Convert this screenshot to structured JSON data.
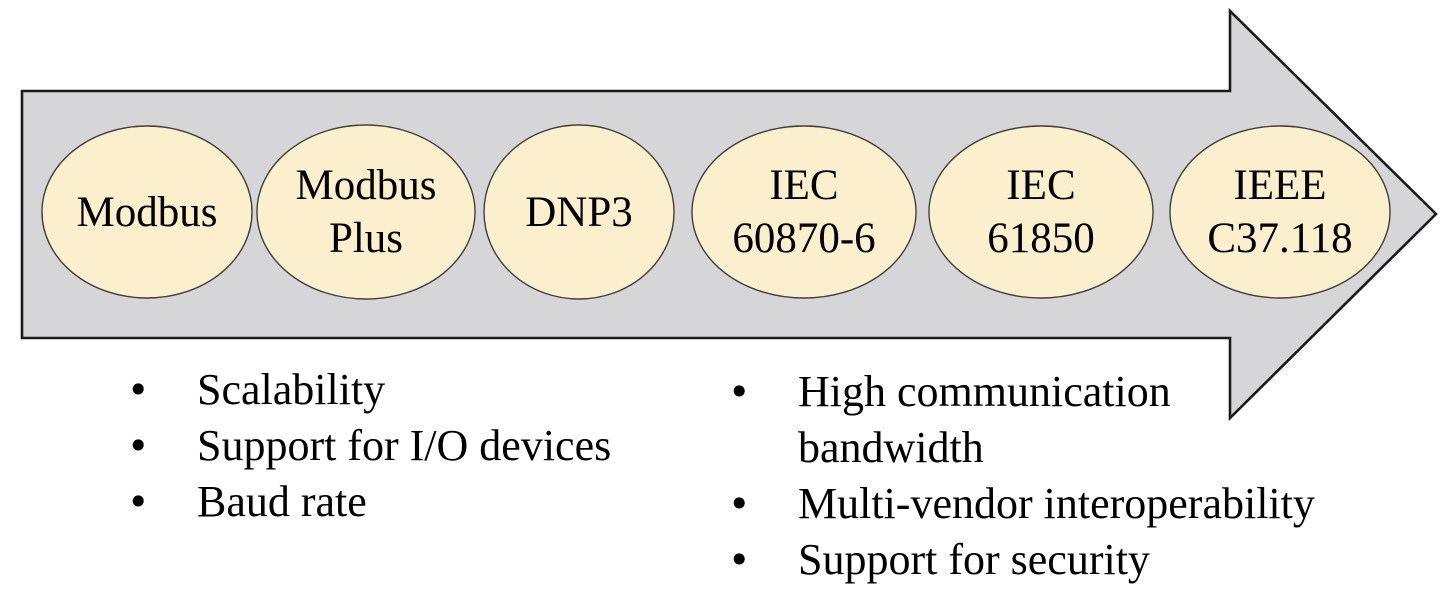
{
  "colors": {
    "arrow_fill": "#D6D6D8",
    "arrow_stroke": "#1A1A1A",
    "ellipse_fill": "#FCEFCD",
    "ellipse_stroke": "#3F3F3F",
    "text": "#000000"
  },
  "timeline": {
    "protocols": [
      {
        "label": "Modbus"
      },
      {
        "label": "Modbus\nPlus"
      },
      {
        "label": "DNP3"
      },
      {
        "label": "IEC\n60870-6"
      },
      {
        "label": "IEC\n61850"
      },
      {
        "label": "IEEE\nC37.118"
      }
    ]
  },
  "bullet_lists": {
    "marker": "•",
    "left": {
      "items": [
        "Scalability",
        "Support for I/O devices",
        "Baud rate"
      ]
    },
    "right": {
      "items": [
        "High communication bandwidth",
        "Multi-vendor interoperability",
        "Support for security"
      ]
    }
  }
}
